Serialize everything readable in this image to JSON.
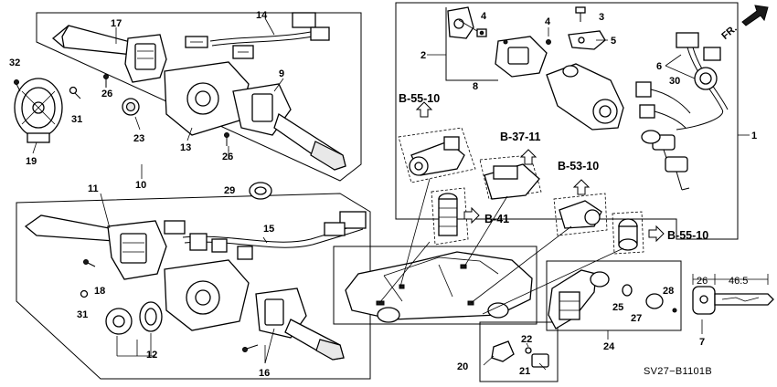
{
  "labels": {
    "p1": "1",
    "p2": "2",
    "p3": "3",
    "p4a": "4",
    "p4b": "4",
    "p5": "5",
    "p6": "6",
    "p7": "7",
    "p8": "8",
    "p9": "9",
    "p10": "10",
    "p11": "11",
    "p12": "12",
    "p13": "13",
    "p14": "14",
    "p15": "15",
    "p16": "16",
    "p17": "17",
    "p18": "18",
    "p19": "19",
    "p20": "20",
    "p21": "21",
    "p22": "22",
    "p23": "23",
    "p24": "24",
    "p25": "25",
    "p26a": "26",
    "p26b": "26",
    "p27": "27",
    "p28": "28",
    "p29": "29",
    "p30": "30",
    "p31a": "31",
    "p31b": "31",
    "p32": "32"
  },
  "refs": {
    "b5510a": "B-55-10",
    "b3711": "B-37-11",
    "b5310": "B-53-10",
    "b41": "B-41",
    "b5510b": "B-55-10"
  },
  "direction": {
    "label": "FR."
  },
  "dimensions": {
    "d26": "26",
    "d465": "46.5"
  },
  "diagram_code": "SV27−B1101B"
}
